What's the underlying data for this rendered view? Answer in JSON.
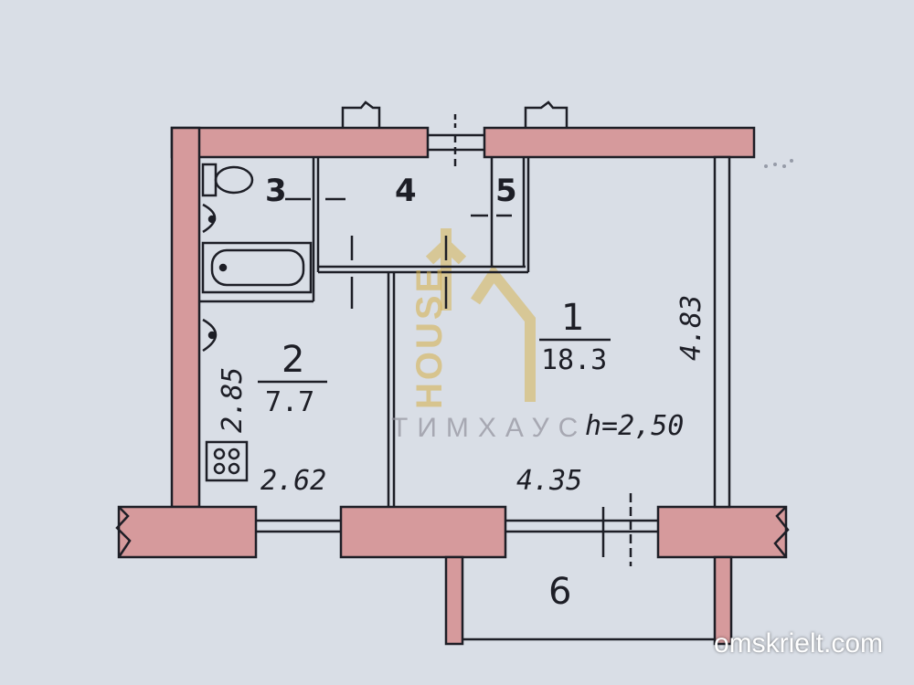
{
  "colors": {
    "wall_fill": "#d69a9c",
    "line": "#1d1e26",
    "paper": "#d9dee6",
    "watermark_gold": "#d6af46"
  },
  "rooms": [
    {
      "number": "1",
      "area": "18.3"
    },
    {
      "number": "2",
      "area": "7.7"
    },
    {
      "number": "3"
    },
    {
      "number": "4"
    },
    {
      "number": "5"
    },
    {
      "number": "6"
    }
  ],
  "dimensions": {
    "room1_depth": "4.83",
    "room2_depth": "2.85",
    "room2_width": "2.62",
    "room1_width": "4.35",
    "ceiling_height": "h=2,50"
  },
  "watermark": {
    "brand": "HOUSE",
    "subtitle": "ТИМХАУС"
  },
  "site": "omskrielt.com",
  "icons": [
    "toilet-icon",
    "sink-icon",
    "bathtub-icon",
    "kitchen-sink-icon",
    "stove-icon"
  ]
}
